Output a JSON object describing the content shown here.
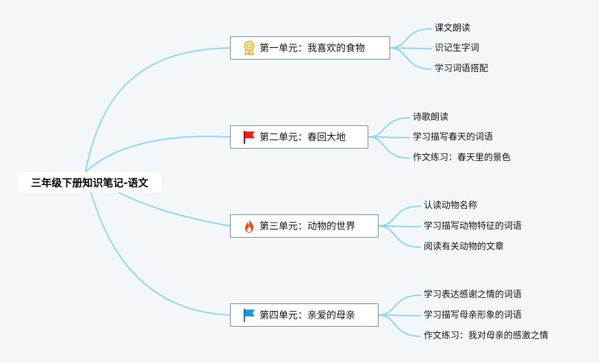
{
  "root": {
    "label": "三年级下册知识笔记-语文"
  },
  "units": [
    {
      "label": "第一单元：我喜欢的食物",
      "icon": "award-ribbon-icon",
      "items": [
        "课文朗读",
        "识记生字词",
        "学习词语搭配"
      ]
    },
    {
      "label": "第二单元：春回大地",
      "icon": "red-flag-icon",
      "items": [
        "诗歌朗读",
        "学习描写春天的词语",
        "作文练习：春天里的景色"
      ]
    },
    {
      "label": "第三单元：动物的世界",
      "icon": "fire-icon",
      "items": [
        "认读动物名称",
        "学习描写动物特征的词语",
        "阅读有关动物的文章"
      ]
    },
    {
      "label": "第四单元：亲爱的母亲",
      "icon": "blue-flag-icon",
      "items": [
        "学习表达感谢之情的词语",
        "学习描写母亲形象的词语",
        "作文练习：我对母亲的感激之情"
      ]
    }
  ],
  "colors": {
    "connector": "#8dd6f0",
    "background": "#f4f7fa",
    "unit_border": "#7a8a84"
  }
}
